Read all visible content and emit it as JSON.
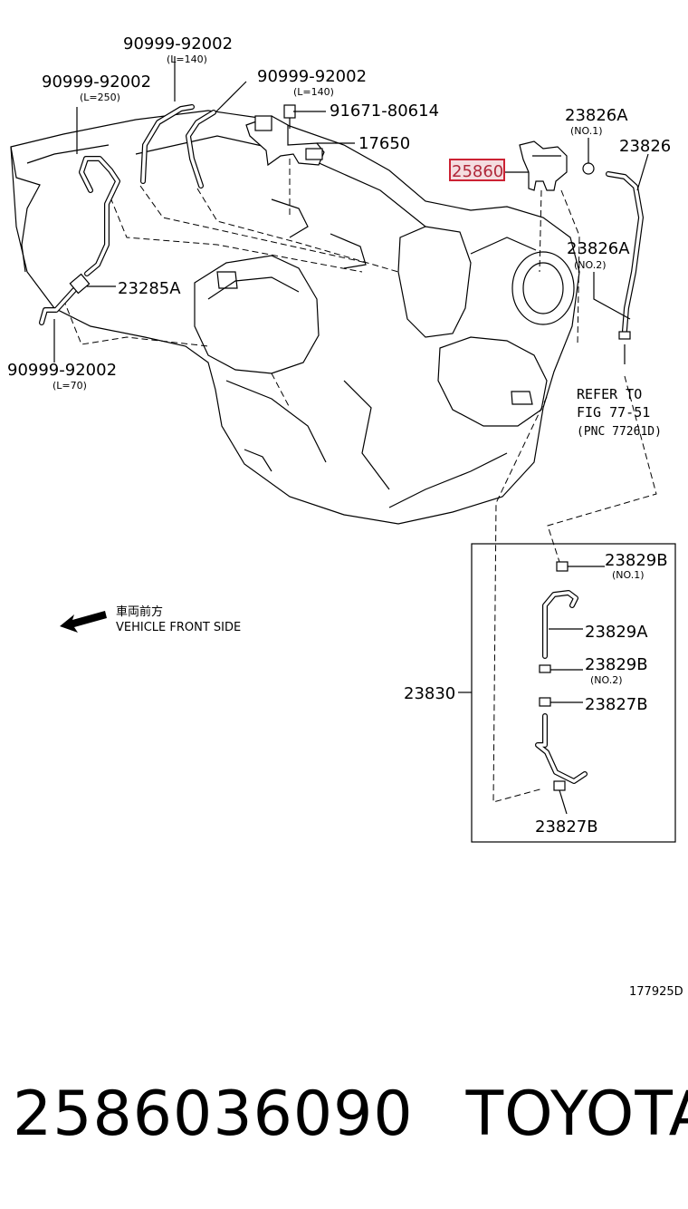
{
  "labels": {
    "hose_top_center": "90999-92002",
    "hose_top_center_len": "(L=140)",
    "hose_top_left": "90999-92002",
    "hose_top_left_len": "(L=250)",
    "hose_top_right": "90999-92002",
    "hose_top_right_len": "(L=140)",
    "bolt": "91671-80614",
    "bracket": "17650",
    "valve_highlighted": "25860",
    "clamp_no1": "23826A",
    "clamp_no1_sub": "(NO.1)",
    "hose_right": "23826",
    "clamp_no2": "23826A",
    "clamp_no2_sub": "(NO.2)",
    "union": "23285A",
    "hose_bottom_left": "90999-92002",
    "hose_bottom_left_len": "(L=70)",
    "refer_line1": "REFER TO",
    "refer_line2": "FIG 77-51",
    "refer_line3": "(PNC 77261D)",
    "direction_jp": "車両前方",
    "direction_en": "VEHICLE FRONT SIDE",
    "inset_clamp_a": "23829B",
    "inset_clamp_a_sub": "(NO.1)",
    "inset_hose": "23829A",
    "inset_clamp_b": "23829B",
    "inset_clamp_b_sub": "(NO.2)",
    "inset_clip_a": "23827B",
    "inset_clip_b": "23827B",
    "inset_assembly": "23830",
    "figure_code": "177925D"
  },
  "footer": {
    "part_number": "2586036090",
    "brand": "TOYOTA"
  },
  "colors": {
    "highlight": "#cc2233",
    "highlight_fill": "#f4dde0"
  }
}
